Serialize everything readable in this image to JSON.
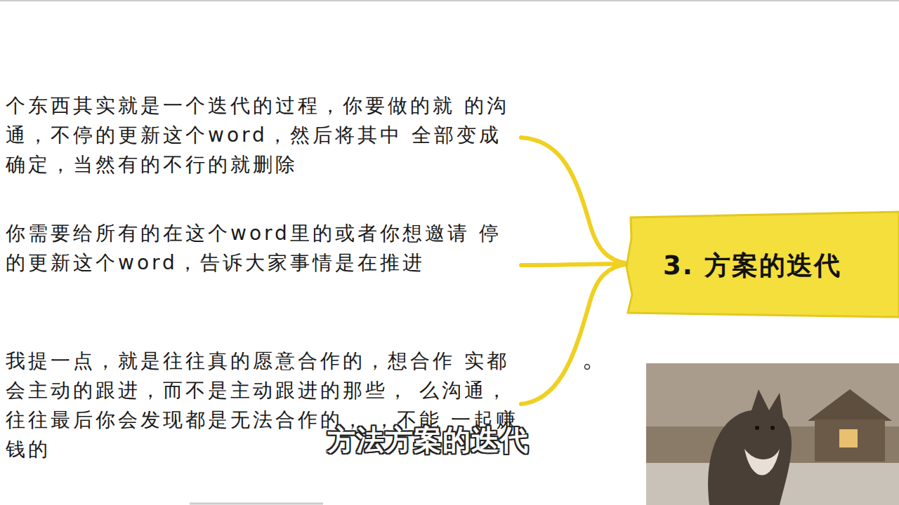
{
  "diagram": {
    "nodes": [
      {
        "text": [
          "3. 方案的迭代"
        ]
      }
    ],
    "labels": [
      "个东西其实就是一个迭代的过程，你要做的就 的沟通，不停的更新这个word，然后将其中 全部变成确定，当然有的不行的就删除",
      "你需要给所有的在这个word里的或者你想邀请 停的更新这个word，告诉大家事情是在推进",
      "我提一点，就是往往真的愿意合作的，想合作 实都会主动的跟进，而不是主动跟进的那些， 么沟通，往往最后你会发现都是无法合作的， ，不能 一起赚钱的",
      "方法方案的迭代"
    ]
  }
}
